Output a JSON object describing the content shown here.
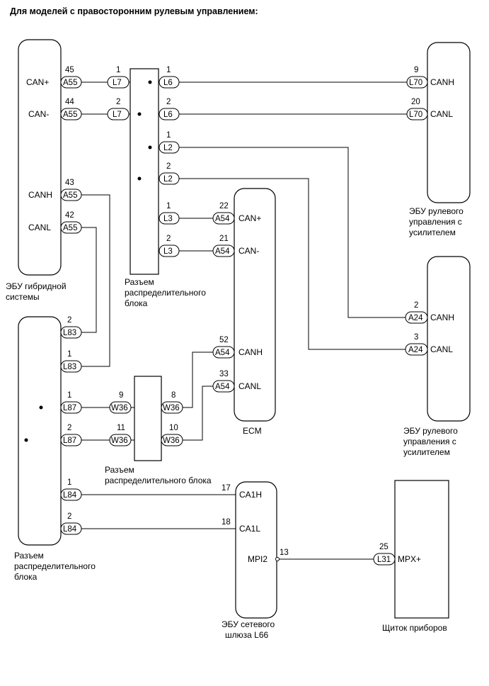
{
  "title": "Для моделей с правосторонним рулевым управлением:",
  "components": {
    "hybrid_ecu": {
      "label": [
        "ЭБУ гибридной",
        "системы"
      ]
    },
    "eps_ecu_1": {
      "label": [
        "ЭБУ рулевого",
        "управления с",
        "усилителем"
      ]
    },
    "eps_ecu_2": {
      "label": [
        "ЭБУ рулевого",
        "управления с",
        "усилителем"
      ]
    },
    "ecm": {
      "label": [
        "ECM"
      ]
    },
    "junction_1": {
      "label": [
        "Разъем",
        "распределительного",
        "блока"
      ]
    },
    "junction_2": {
      "label": [
        "Разъем",
        "распределительного блока"
      ]
    },
    "junction_3": {
      "label": [
        "Разъем",
        "распределительного",
        "блока"
      ]
    },
    "gateway_ecu": {
      "label": [
        "ЭБУ сетевого",
        "шлюза L66"
      ]
    },
    "meter": {
      "label": [
        "Щиток приборов"
      ]
    }
  },
  "signals": {
    "can_plus": "CAN+",
    "can_minus": "CAN-",
    "canh": "CANH",
    "canl": "CANL",
    "ca1h": "CA1H",
    "ca1l": "CA1L",
    "mpi2": "MPI2",
    "mpx_plus": "MPX+"
  },
  "connectors": {
    "a55": "A55",
    "l7": "L7",
    "l6": "L6",
    "l70": "L70",
    "l2": "L2",
    "l3": "L3",
    "a54": "A54",
    "a24": "A24",
    "l83": "L83",
    "l87": "L87",
    "w36": "W36",
    "l84": "L84",
    "l31": "L31"
  },
  "pins": {
    "a55_45": "45",
    "a55_44": "44",
    "a55_43": "43",
    "a55_42": "42",
    "l7_1": "1",
    "l7_2": "2",
    "l6_1": "1",
    "l6_2": "2",
    "l70_9": "9",
    "l70_20": "20",
    "l2_1": "1",
    "l2_2": "2",
    "l3_1": "1",
    "l3_2": "2",
    "a54_22": "22",
    "a54_21": "21",
    "a54_52": "52",
    "a54_33": "33",
    "a24_2": "2",
    "a24_3": "3",
    "l83_2": "2",
    "l83_1": "1",
    "l87_1": "1",
    "l87_2": "2",
    "w36_9": "9",
    "w36_11": "11",
    "w36_8": "8",
    "w36_10": "10",
    "l84_1": "1",
    "l84_2": "2",
    "gw_17": "17",
    "gw_18": "18",
    "gw_13": "13",
    "l31_25": "25"
  }
}
